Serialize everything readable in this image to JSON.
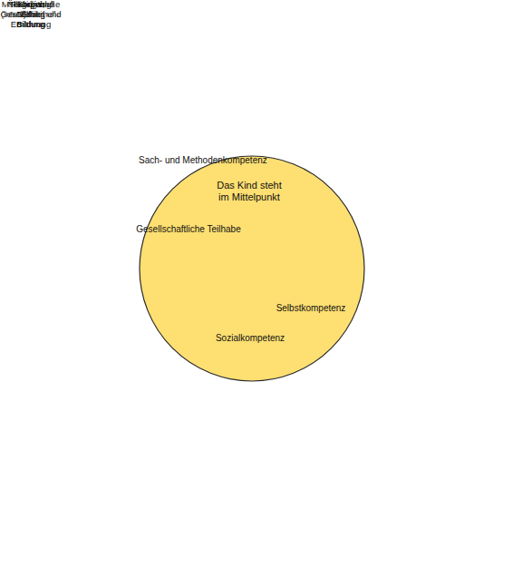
{
  "diagram": {
    "nodes": [
      {
        "text": [
          "Gesellschaftliche Teilhabe",
          "Selbstkompetenz",
          "Sozialkompetenz",
          "Sach- und Methodenkompetenz"
        ]
      },
      {
        "text": [
          "Das Kind steht im Mittelpunkt"
        ],
        "in": 0
      },
      {
        "text": [
          "Medien"
        ]
      },
      {
        "text": [
          "Mathematische Bildung"
        ]
      },
      {
        "text": [
          "Naturwissen- schaftlich- technische Bildung"
        ]
      },
      {
        "text": [
          "Bewegung"
        ]
      },
      {
        "text": [
          "Ökologische Bildung"
        ]
      },
      {
        "text": [
          "Musisch- ästhetische Bildung"
        ]
      },
      {
        "text": [
          "Soziale und (inter-)kulturelle Bildung"
        ]
      },
      {
        "text": [
          "Sprache und Kommunikation"
        ]
      },
      {
        "text": [
          "Religion und Ethik"
        ]
      },
      {
        "text": [
          "Körper, Gesundheit und Ernährung"
        ]
      }
    ],
    "edges": [
      {
        "from": 0,
        "to": 2,
        "arrow": "none"
      },
      {
        "from": 0,
        "to": 3,
        "arrow": "none"
      },
      {
        "from": 0,
        "to": 4,
        "arrow": "none"
      },
      {
        "from": 0,
        "to": 5,
        "arrow": "none"
      },
      {
        "from": 0,
        "to": 6,
        "arrow": "none"
      },
      {
        "from": 0,
        "to": 7,
        "arrow": "none"
      },
      {
        "from": 0,
        "to": 8,
        "arrow": "none"
      },
      {
        "from": 0,
        "to": 9,
        "arrow": "none"
      },
      {
        "from": 0,
        "to": 10,
        "arrow": "none"
      },
      {
        "from": 0,
        "to": 11,
        "arrow": "none"
      }
    ]
  }
}
